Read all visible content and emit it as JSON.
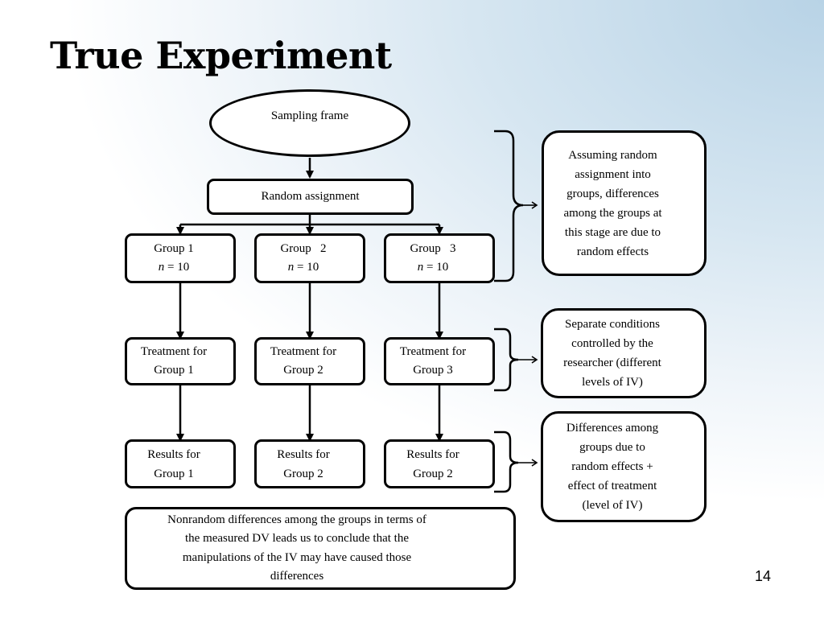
{
  "slide": {
    "title": "True Experiment",
    "number": "14"
  },
  "diagram": {
    "sampling_frame": "Sampling frame",
    "random_assignment": "Random assignment",
    "groups": [
      {
        "label": "Group 1",
        "n_label": "n",
        "n_value": " = 10"
      },
      {
        "label": "Group   2",
        "n_label": "n",
        "n_value": " = 10"
      },
      {
        "label": "Group   3",
        "n_label": "n",
        "n_value": " = 10"
      }
    ],
    "treatments": [
      {
        "line1": "Treatment for",
        "line2": "Group 1"
      },
      {
        "line1": "Treatment for",
        "line2": "Group 2"
      },
      {
        "line1": "Treatment for",
        "line2": "Group 3"
      }
    ],
    "results": [
      {
        "line1": "Results for",
        "line2": "Group 1"
      },
      {
        "line1": "Results for",
        "line2": "Group 2"
      },
      {
        "line1": "Results for",
        "line2": "Group 2"
      }
    ],
    "conclusion": [
      "Nonrandom differences among the groups in terms of",
      "the measured DV leads us to conclude that the",
      "manipulations of the IV may have caused those",
      "differences"
    ],
    "notes": [
      [
        "Assuming random",
        "assignment into",
        "groups, differences",
        "among the groups at",
        "this stage are due to",
        "random effects"
      ],
      [
        "Separate conditions",
        "controlled by the",
        "researcher (different",
        "levels of IV)"
      ],
      [
        "Differences among",
        "groups due to",
        "random effects +",
        "effect of treatment",
        "(level of IV)"
      ]
    ]
  }
}
